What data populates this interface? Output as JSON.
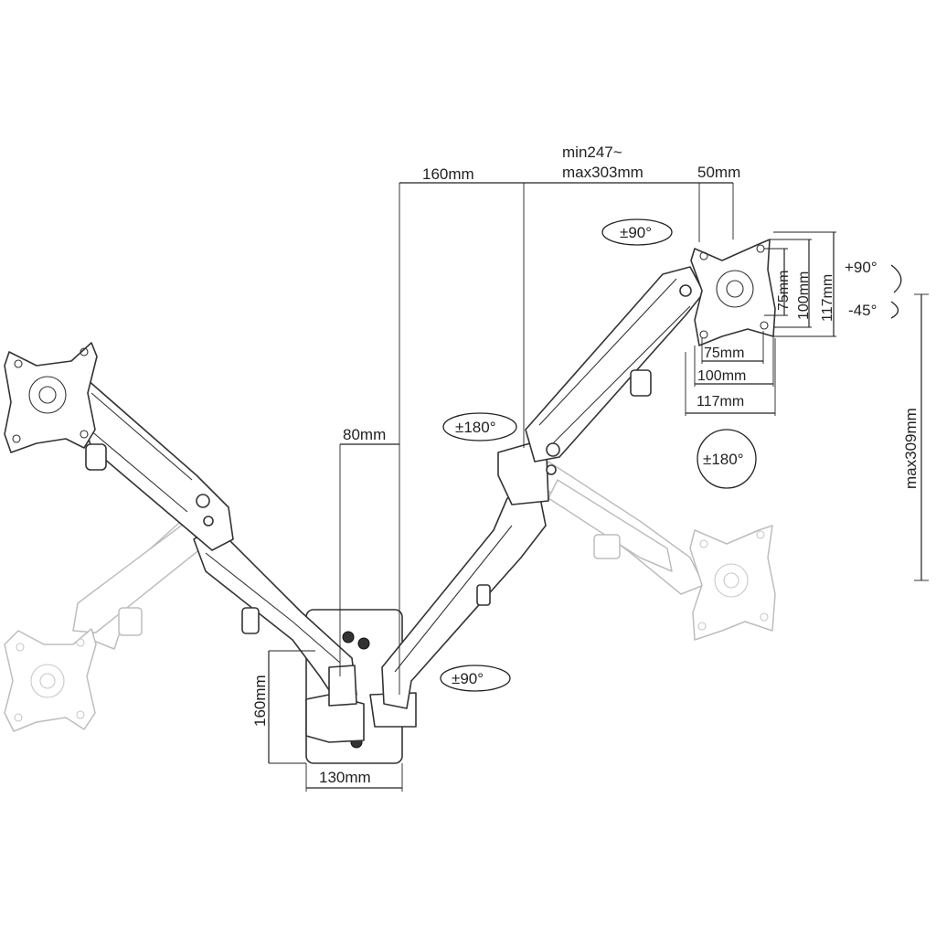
{
  "dimensions": {
    "arm_segment_top": "160mm",
    "arm_reach_line1": "min247~",
    "arm_reach_line2": "max303mm",
    "vesa_offset": "50mm",
    "pole_offset": "80mm",
    "plate_height": "160mm",
    "plate_width": "130mm",
    "vesa_h_75": "75mm",
    "vesa_h_100": "100mm",
    "vesa_h_117": "117mm",
    "vesa_v_75": "75mm",
    "vesa_v_100": "100mm",
    "vesa_v_117": "117mm",
    "height_adjust": "max309mm"
  },
  "rotations": {
    "vesa_swivel": "±90°",
    "elbow_swivel": "±180°",
    "base_swivel": "±90°",
    "rotate": "±180°",
    "tilt_up": "+90°",
    "tilt_down": "-45°"
  },
  "colors": {
    "line": "#222222",
    "ghost": "#bdbdbd",
    "background": "#ffffff"
  }
}
